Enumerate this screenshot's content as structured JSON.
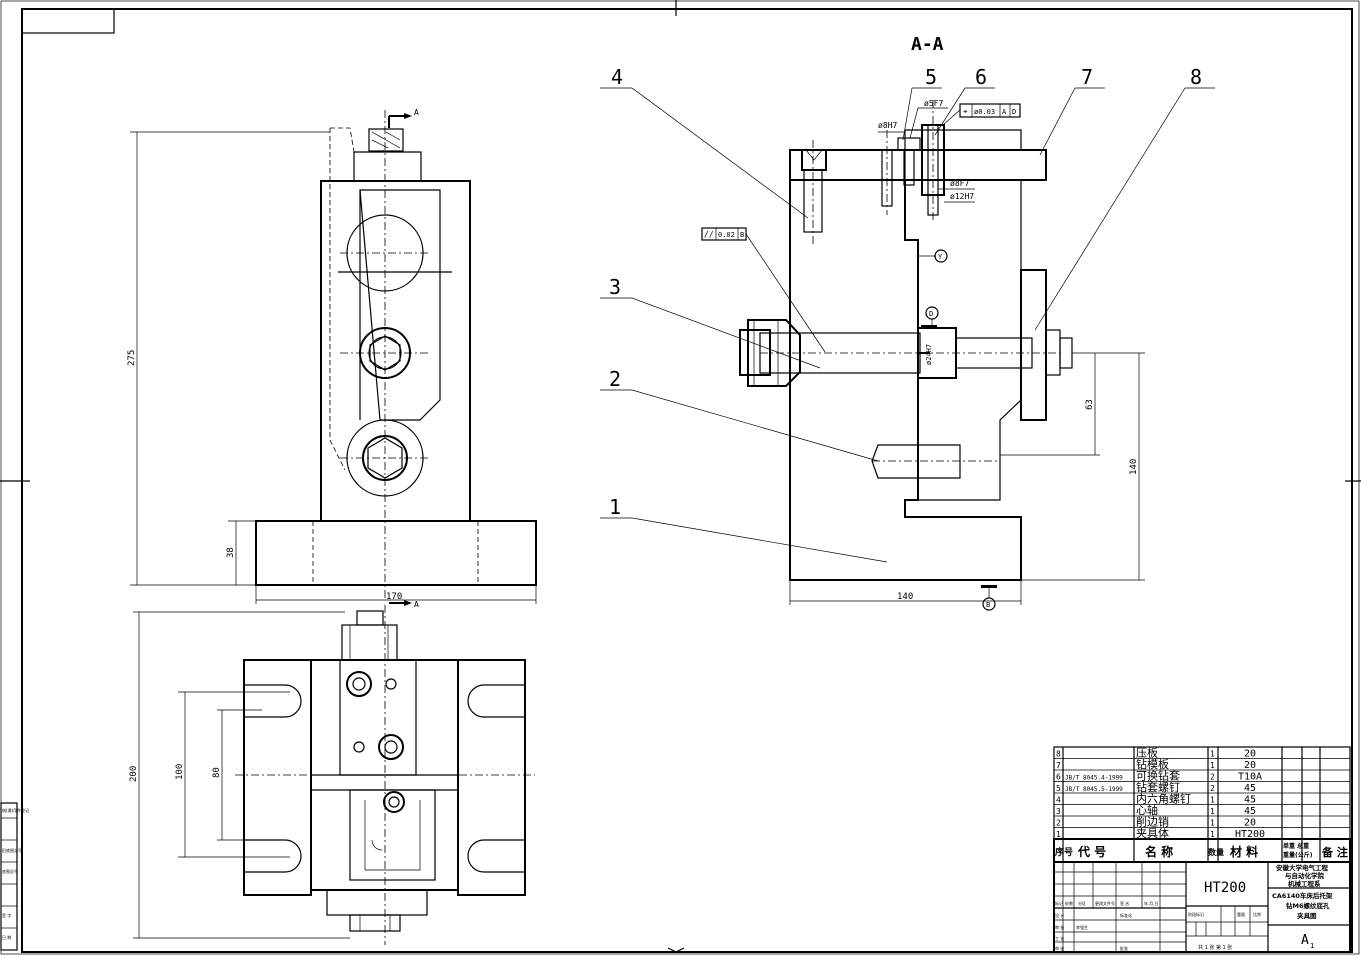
{
  "section_label": "A-A",
  "section_arrows": [
    "A",
    "A"
  ],
  "balloons": [
    "1",
    "2",
    "3",
    "4",
    "5",
    "6",
    "7",
    "8"
  ],
  "dimensions": {
    "height_275": "275",
    "base_38": "38",
    "width_170": "170",
    "height_200": "200",
    "width_100": "100",
    "width_80": "80",
    "sect_63": "63",
    "sect_140v": "140",
    "sect_140h": "140"
  },
  "tolerances": {
    "bore_5": "ø5F7",
    "bore_8a": "ø8H7",
    "bore_8b": "ø8F7",
    "bore_12": "ø12H7",
    "bore_24": "ø24H7",
    "position": "ø0.03",
    "position_ref1": "A",
    "position_ref2": "D",
    "parallel": "//",
    "parallel_val": "0.02",
    "parallel_ref": "B"
  },
  "datums": [
    "Y",
    "D",
    "B"
  ],
  "bom": {
    "rows": [
      {
        "no": "8",
        "code": "",
        "name": "压板",
        "qty": "1",
        "material": "20"
      },
      {
        "no": "7",
        "code": "",
        "name": "钻模板",
        "qty": "1",
        "material": "20"
      },
      {
        "no": "6",
        "code": "JB/T 8045.4-1999",
        "name": "可换钻套",
        "qty": "2",
        "material": "T10A"
      },
      {
        "no": "5",
        "code": "JB/T 8045.5-1999",
        "name": "钻套螺钉",
        "qty": "2",
        "material": "45"
      },
      {
        "no": "4",
        "code": "",
        "name": "内六角螺钉",
        "qty": "1",
        "material": "45"
      },
      {
        "no": "3",
        "code": "",
        "name": "心轴",
        "qty": "1",
        "material": "45"
      },
      {
        "no": "2",
        "code": "",
        "name": "削边销",
        "qty": "1",
        "material": "20"
      },
      {
        "no": "1",
        "code": "",
        "name": "夹具体",
        "qty": "1",
        "material": "HT200"
      }
    ],
    "header": {
      "no": "序号",
      "code": "代 号",
      "name": "名 称",
      "qty": "数量",
      "material": "材 料",
      "weight": "单重 总重",
      "weight2": "重量(公斤)",
      "remark": "备 注"
    }
  },
  "title_block": {
    "material": "HT200",
    "school_line1": "安徽大学电气工程",
    "school_line2": "与自动化学院",
    "school_line3": "机械工程系",
    "drawing_line1": "CA6140车床后托架",
    "drawing_line2": "钻M6螺纹底孔",
    "drawing_line3": "夹具图",
    "sheet_size": "A",
    "sheet_size_sub": "1",
    "sheet_count": "共 1 张 第 1 张",
    "row_labels": [
      "标记",
      "处数",
      "分区",
      "更改文件号",
      "签 名",
      "年.月.日"
    ],
    "sign_labels": [
      "设 计",
      "审 核",
      "工 艺",
      "审 核"
    ],
    "designer_field": "标准化",
    "stage_labels": [
      "阶段标记",
      "重量",
      "比例"
    ],
    "approve": "批准",
    "student": "李强生"
  },
  "side_strip": [
    "借(通)用件登记",
    "旧底图总号",
    "底图总号",
    "签 字",
    "日 期"
  ]
}
